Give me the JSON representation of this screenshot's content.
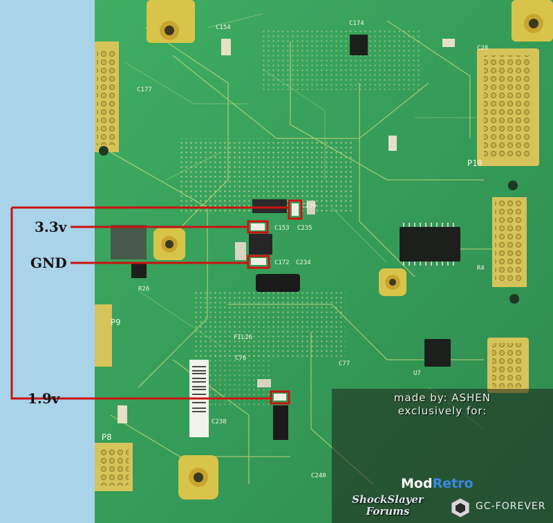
{
  "photo": {
    "description_icon": "circuit-board-photo"
  },
  "annotations": [
    {
      "key": "v33",
      "label": "3.3v"
    },
    {
      "key": "gnd",
      "label": "GND"
    },
    {
      "key": "v19",
      "label": "1.9v"
    }
  ],
  "silkscreen": [
    "C154",
    "C174",
    "C28",
    "C177",
    "P10",
    "C153",
    "C235",
    "C172",
    "C234",
    "C238",
    "C76",
    "C77",
    "C240",
    "P8",
    "P9",
    "U7",
    "C236",
    "FIL26",
    "R26",
    "R4"
  ],
  "credit": {
    "line1": "made by: ASHEN",
    "line2": "exclusively for:",
    "logo_modretro_part1": "Mod",
    "logo_modretro_part2": "Retro",
    "logo_shockslayer_line1": "ShockSlayer",
    "logo_shockslayer_line2": "Forums",
    "logo_gcforever": "GC-FOREVER"
  },
  "colors": {
    "board": "#3aa65a",
    "trace": "#c8d27a",
    "marker": "#cc1111",
    "background": "#a9d3e8"
  }
}
